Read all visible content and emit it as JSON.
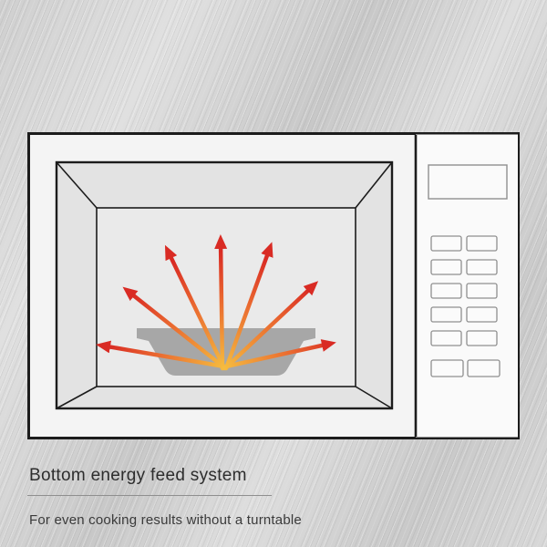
{
  "scene": {
    "description": "Microwave oven cutaway diagram showing bottom energy feed arrows rising from a dish"
  },
  "diagram": {
    "colors": {
      "outline": "#1c1c1c",
      "body_fill": "#f4f4f4",
      "cavity_fill": "#e3e3e3",
      "back_wall_fill": "#eaeaea",
      "bowl_fill": "#a7a7a7",
      "panel_fill": "#fafafa",
      "control_outline": "#8f8f8f",
      "arrow_base": "#f5bc3f",
      "arrow_mid": "#ea6a30",
      "arrow_tip": "#d92b24"
    },
    "arrow_count": "7"
  },
  "caption": {
    "title": "Bottom energy feed system",
    "subtitle": "For even cooking results without a turntable"
  }
}
